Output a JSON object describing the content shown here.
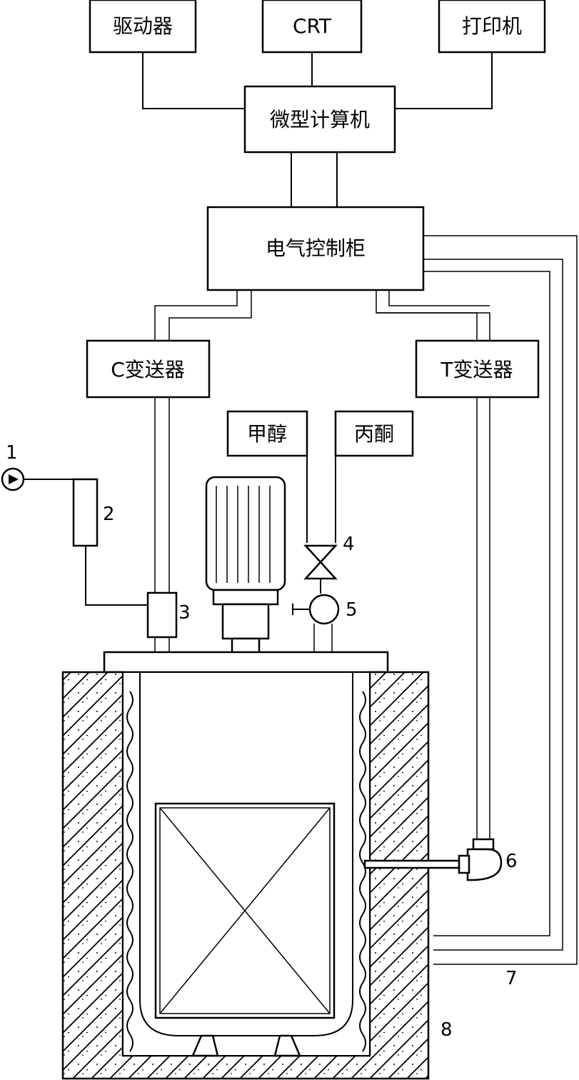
{
  "blocks": {
    "driver": "驱动器",
    "crt": "CRT",
    "printer": "打印机",
    "microcomputer": "微型计算机",
    "control_cabinet": "电气控制柜",
    "c_transmitter": "C变送器",
    "t_transmitter": "T变送器",
    "methanol": "甲醇",
    "acetone": "丙酮"
  },
  "callouts": [
    "1",
    "2",
    "3",
    "4",
    "5",
    "6",
    "7",
    "8"
  ]
}
